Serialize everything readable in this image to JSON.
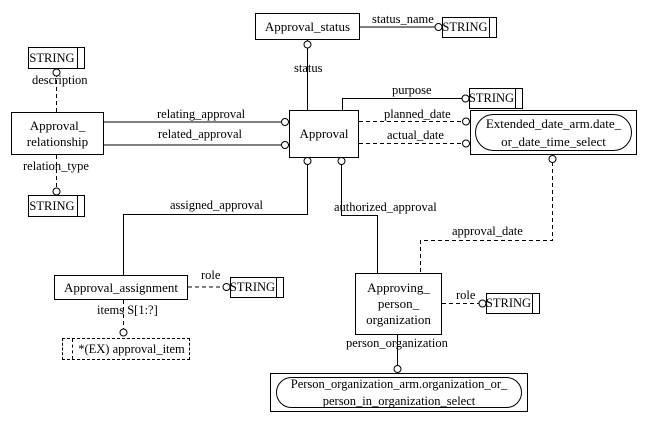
{
  "nodes": {
    "approval_status": {
      "label": "Approval_status"
    },
    "approval": {
      "label": "Approval"
    },
    "approval_relationship": {
      "lines": [
        "Approval_",
        "relationship"
      ]
    },
    "approval_assignment": {
      "label": "Approval_assignment"
    },
    "approving_person_organization": {
      "lines": [
        "Approving_",
        "person_",
        "organization"
      ]
    },
    "extended_date_select": {
      "lines": [
        "Extended_date_arm.date_",
        "or_date_time_select"
      ]
    },
    "person_organization_select": {
      "lines": [
        "Person_organization_arm.organization_or_",
        "person_in_organization_select"
      ]
    },
    "approval_item": {
      "label": "*(EX) approval_item"
    },
    "string_description": {
      "label": "STRING"
    },
    "string_relation_type": {
      "label": "STRING"
    },
    "string_status_name": {
      "label": "STRING"
    },
    "string_purpose": {
      "label": "STRING"
    },
    "string_role_assignment": {
      "label": "STRING"
    },
    "string_role_approving": {
      "label": "STRING"
    }
  },
  "attributes": {
    "status_name": "status_name",
    "status": "status",
    "description": "description",
    "relating_approval": "relating_approval",
    "related_approval": "related_approval",
    "relation_type": "relation_type",
    "purpose": "purpose",
    "planned_date": "planned_date",
    "actual_date": "actual_date",
    "assigned_approval": "assigned_approval",
    "authorized_approval": "authorized_approval",
    "approval_date": "approval_date",
    "assignment_role": "role",
    "approving_role": "role",
    "items": "items S[1:?]",
    "person_organization": "person_organization"
  },
  "colors": {
    "line": "#000000",
    "text": "#000000",
    "background": "#ffffff"
  }
}
